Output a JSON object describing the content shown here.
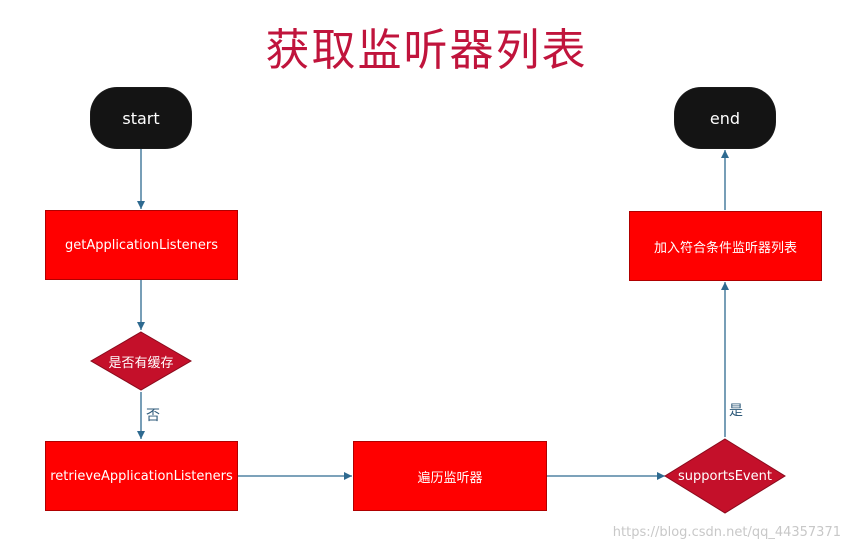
{
  "title": "获取监听器列表",
  "nodes": {
    "start": "start",
    "end": "end",
    "get_listeners": "getApplicationListeners",
    "has_cache": "是否有缓存",
    "retrieve_listeners": "retrieveApplicationListeners",
    "traverse": "遍历监听器",
    "supports_event": "supportsEvent",
    "add_matching": "加入符合条件监听器列表"
  },
  "edges": {
    "no_label": "否",
    "yes_label": "是"
  },
  "watermark": "https://blog.csdn.net/qq_44357371",
  "colors": {
    "title": "#c0143c",
    "process_fill": "#ff0000",
    "decision_fill": "#c4102a",
    "terminal_fill": "#141414",
    "connector": "#2e6a90"
  }
}
